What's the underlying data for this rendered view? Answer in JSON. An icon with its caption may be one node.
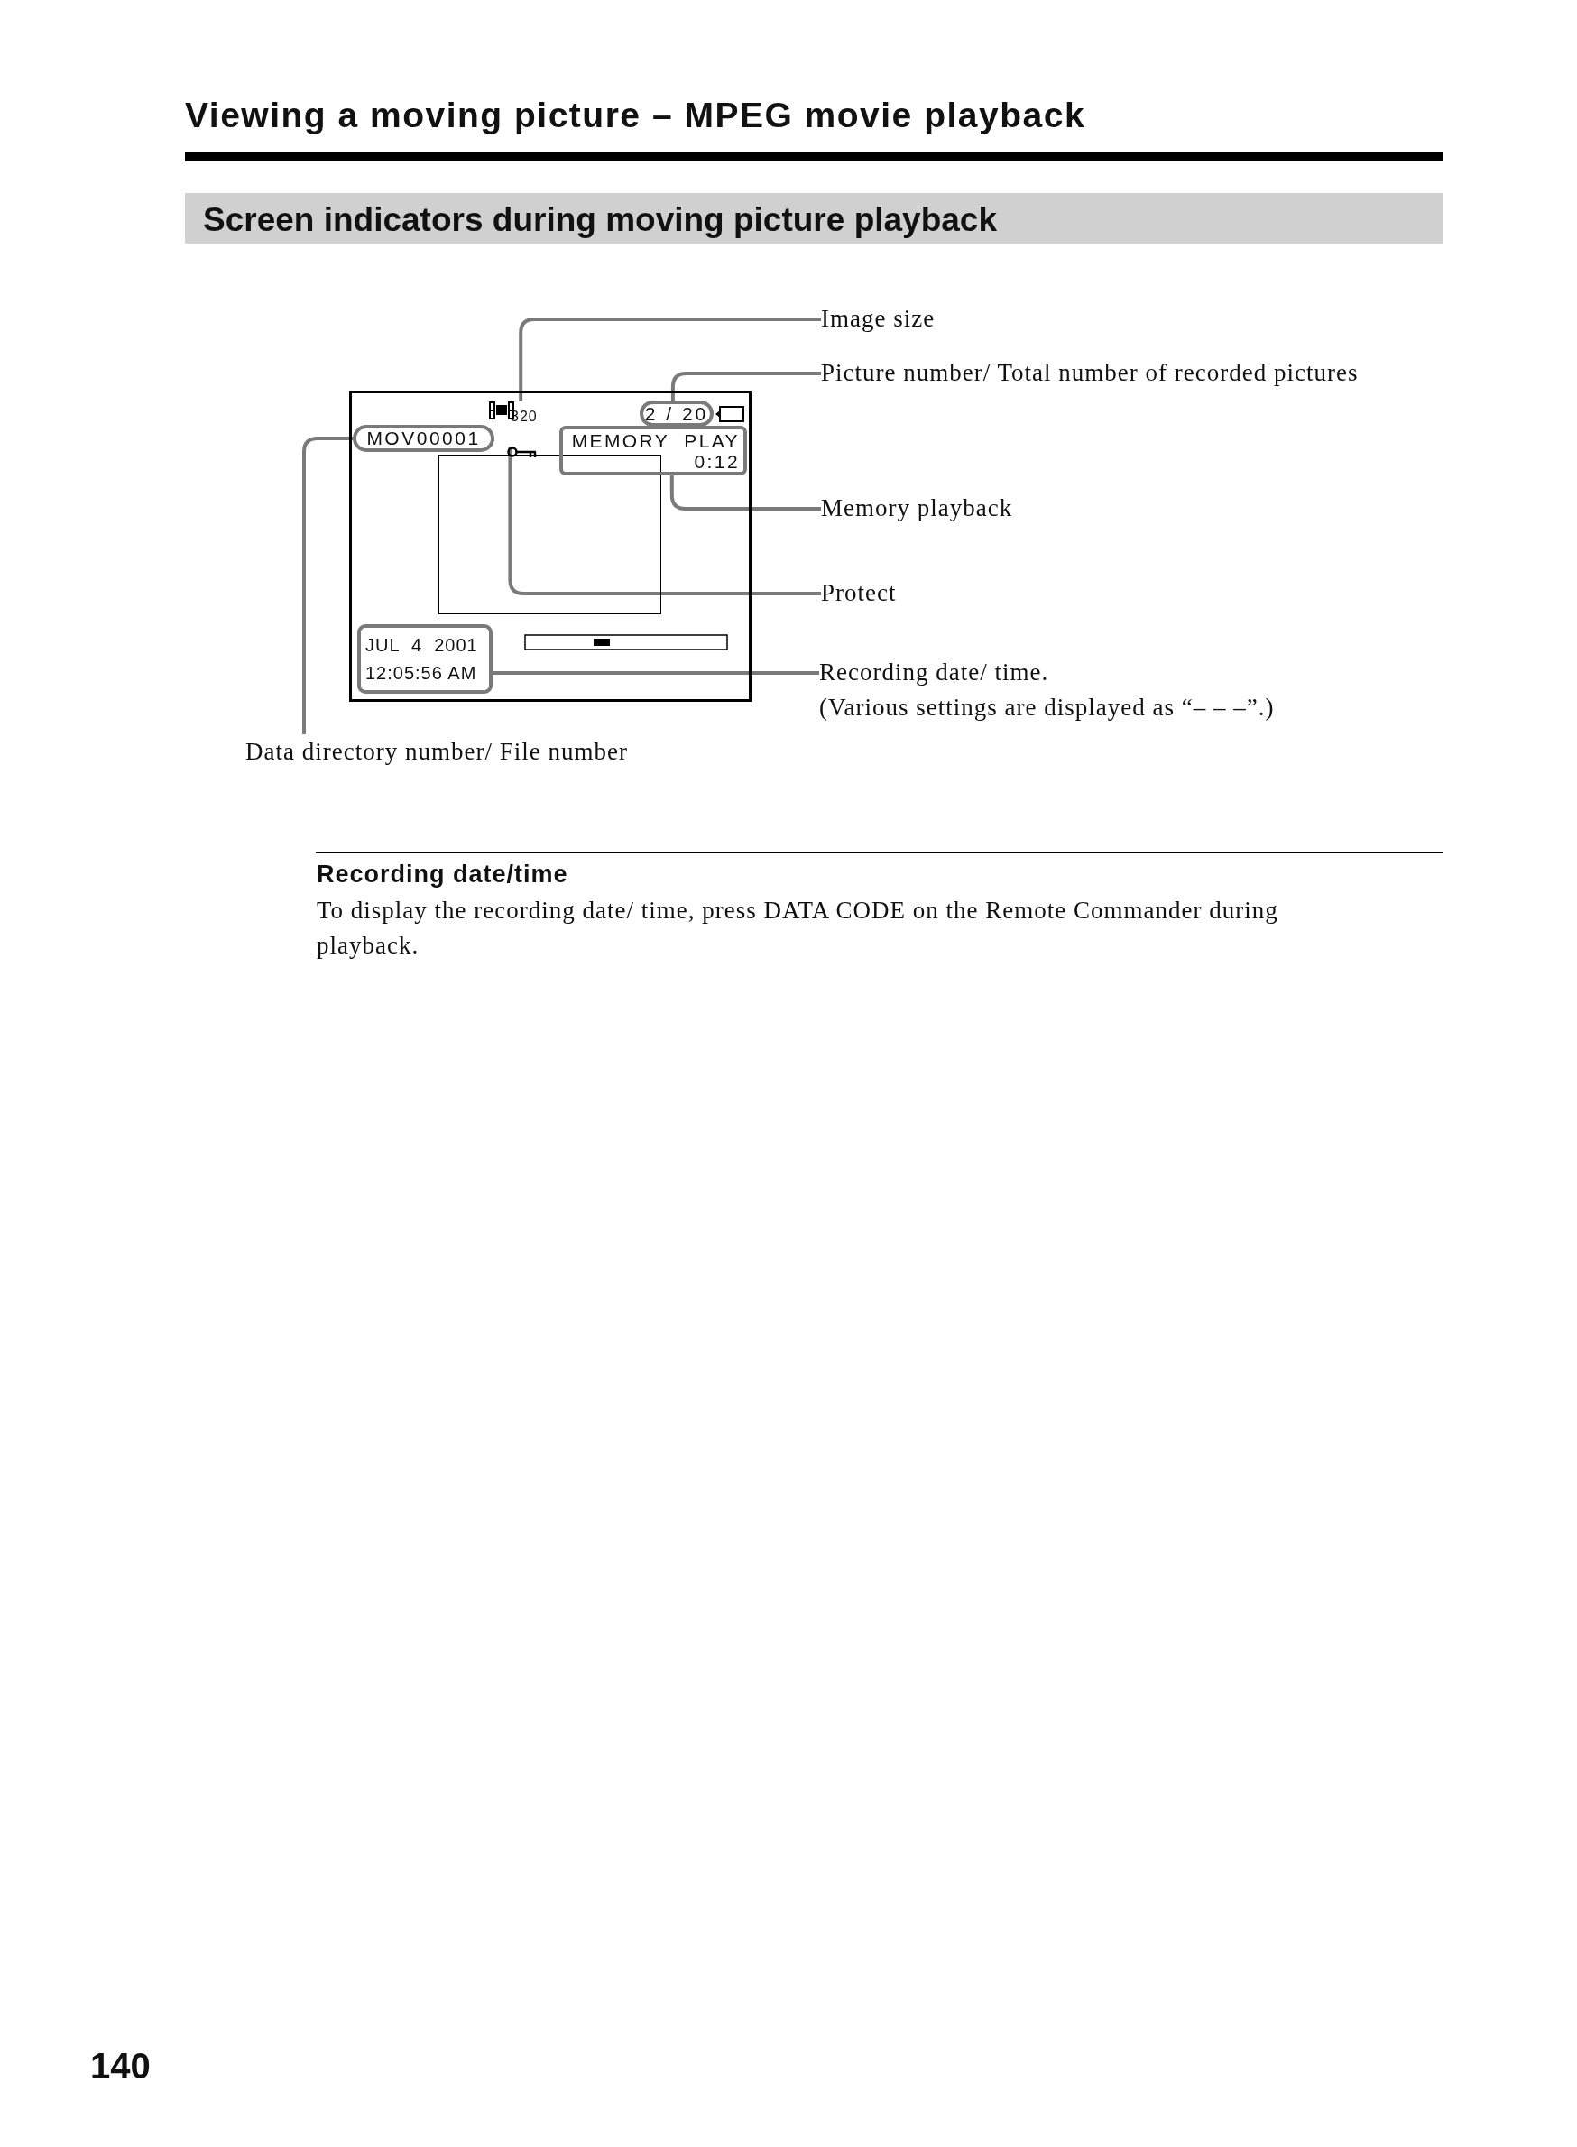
{
  "diagram": {
    "title": "Viewing a moving picture – MPEG movie playback",
    "nodes": [
      {
        "text": [],
        "shape": "box"
      },
      {
        "text": [
          "320"
        ],
        "in": 0
      },
      {
        "text": [
          "2 / 20"
        ],
        "in": 0
      },
      {
        "text": [
          "MOV00001"
        ],
        "in": 0
      },
      {
        "text": [],
        "shape": "key",
        "in": 0
      },
      {
        "text": [
          "MEMORY  PLAY",
          "0:12"
        ],
        "in": 0
      },
      {
        "text": [
          "JUL  4  2001",
          "12:05:56 AM"
        ],
        "in": 0
      },
      {
        "text": [
          "Image size"
        ]
      },
      {
        "text": [
          "Picture number/ Total number of recorded pictures"
        ]
      },
      {
        "text": [
          "Memory playback"
        ]
      },
      {
        "text": [
          "Protect"
        ]
      },
      {
        "text": [
          "Recording date/ time.",
          "(Various settings are displayed as “– – –”.)"
        ]
      },
      {
        "text": [
          "Data directory number/ File number"
        ]
      }
    ],
    "edges": [
      {
        "from": 7,
        "to": 1,
        "arrow": "none"
      },
      {
        "from": 8,
        "to": 2,
        "arrow": "none"
      },
      {
        "from": 9,
        "to": 5,
        "arrow": "none"
      },
      {
        "from": 10,
        "to": 4,
        "arrow": "none"
      },
      {
        "from": 11,
        "to": 6,
        "arrow": "none"
      },
      {
        "from": 12,
        "to": 3,
        "arrow": "none"
      }
    ],
    "labels": [
      "Screen indicators during moving picture playback",
      "Recording date/time",
      "To display the recording date/ time, press DATA CODE on the Remote Commander during playback.",
      "140"
    ]
  }
}
